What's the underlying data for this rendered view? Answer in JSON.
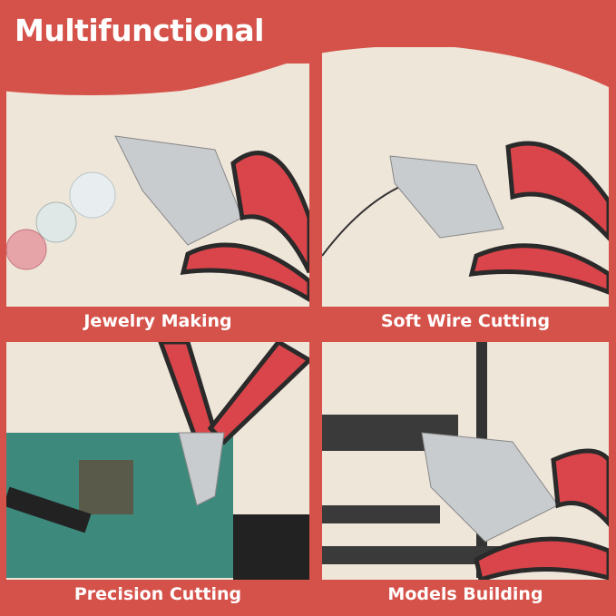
{
  "header": {
    "title": "Multifunctional"
  },
  "panels": [
    {
      "caption": "Jewelry Making"
    },
    {
      "caption": "Soft Wire Cutting"
    },
    {
      "caption": "Precision Cutting"
    },
    {
      "caption": "Models Building"
    }
  ],
  "colors": {
    "accent": "#d5524a",
    "background": "#efe6da",
    "handle": "#d9454a",
    "grip": "#2a2a2a",
    "steel": "#c9cccf"
  }
}
